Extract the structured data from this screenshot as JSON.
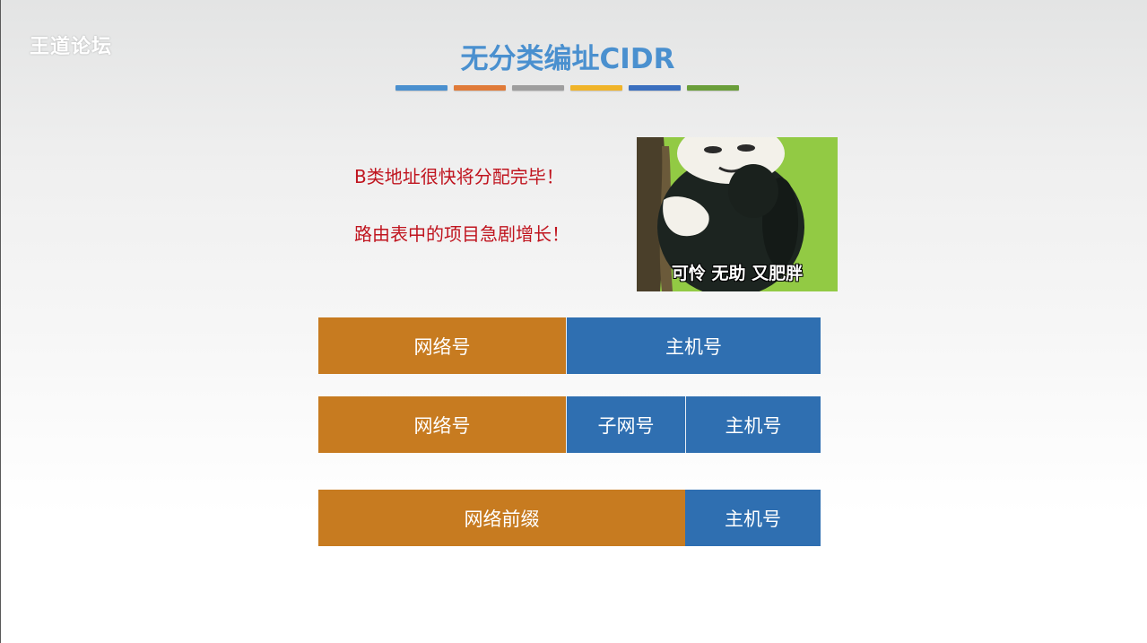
{
  "watermark": "王道论坛",
  "title": "无分类编址CIDR",
  "bar_colors": [
    "#4a90cf",
    "#e07b39",
    "#9e9e9e",
    "#f0b429",
    "#3a6fbf",
    "#6a9e3a"
  ],
  "notes": {
    "line1": "B类地址很快将分配完毕！",
    "line2": "路由表中的项目急剧增长！"
  },
  "meme_caption": "可怜 无助 又肥胖",
  "rows": {
    "row1": {
      "net": "网络号",
      "host": "主机号"
    },
    "row2": {
      "net": "网络号",
      "subnet": "子网号",
      "host": "主机号"
    },
    "row3": {
      "prefix": "网络前缀",
      "host": "主机号"
    }
  }
}
